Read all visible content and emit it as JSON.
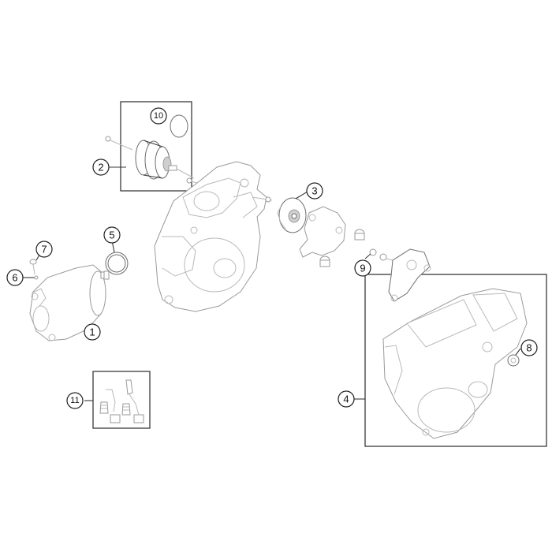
{
  "diagram": {
    "callouts": [
      {
        "id": "c1",
        "label": "1"
      },
      {
        "id": "c2",
        "label": "2"
      },
      {
        "id": "c3",
        "label": "3"
      },
      {
        "id": "c4",
        "label": "4"
      },
      {
        "id": "c5",
        "label": "5"
      },
      {
        "id": "c6",
        "label": "6"
      },
      {
        "id": "c7",
        "label": "7"
      },
      {
        "id": "c8",
        "label": "8"
      },
      {
        "id": "c9",
        "label": "9"
      },
      {
        "id": "c10",
        "label": "10"
      },
      {
        "id": "c11",
        "label": "11"
      }
    ],
    "colors": {
      "line": "#3a3a3a",
      "part_outline": "#9a9a9a",
      "shade": "#cfcfcf",
      "background": "#ffffff"
    }
  }
}
